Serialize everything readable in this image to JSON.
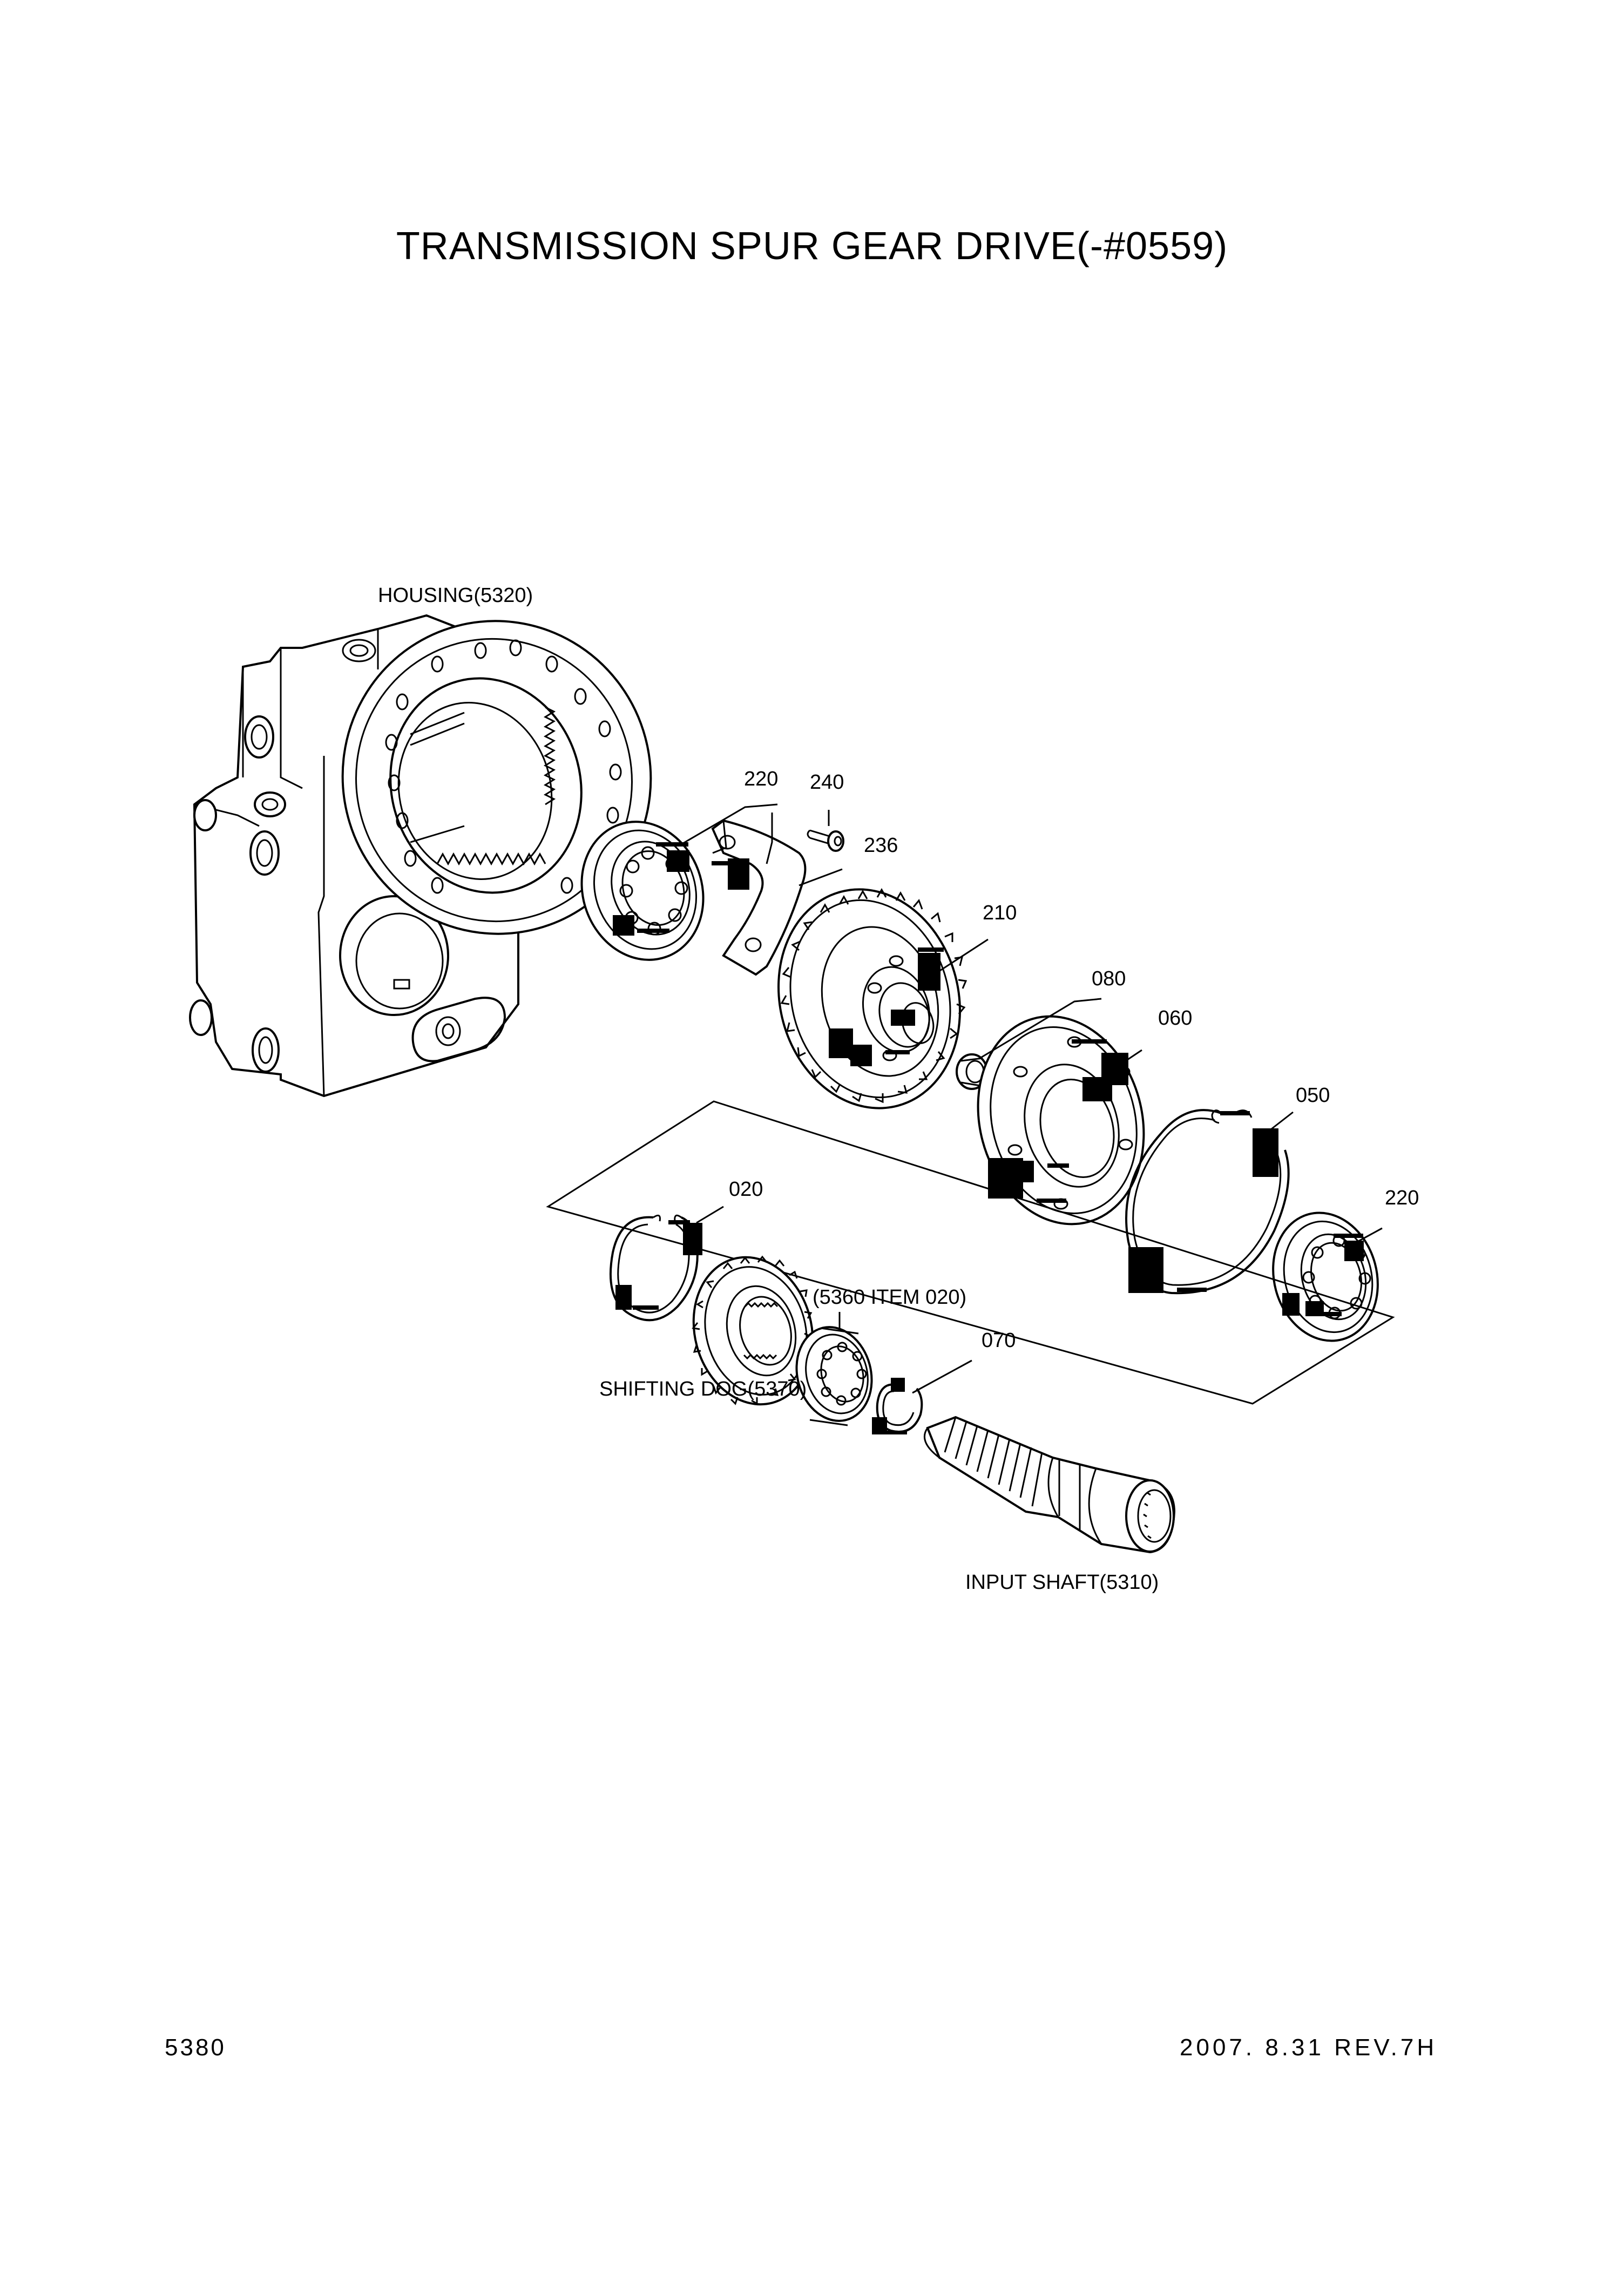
{
  "title": "TRANSMISSION SPUR GEAR DRIVE(-#0559)",
  "callouts": {
    "housing": "HOUSING(5320)",
    "p220_top": "220",
    "p240": "240",
    "p236": "236",
    "p210": "210",
    "p080": "080",
    "p060": "060",
    "p050": "050",
    "p220_right": "220",
    "p020": "020",
    "item_ref": "(5360 ITEM 020)",
    "p070": "070",
    "shifting_dog": "SHIFTING DOG(5370)",
    "input_shaft": "INPUT SHAFT(5310)"
  },
  "footer": {
    "page_number": "5380",
    "revision": "2007.  8.31  REV.7H"
  }
}
